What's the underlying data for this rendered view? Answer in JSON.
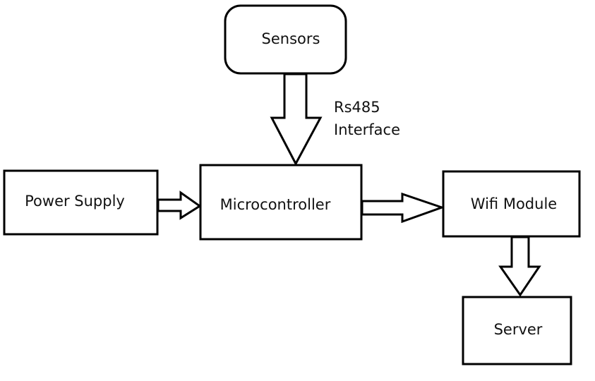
{
  "diagram": {
    "blocks": {
      "sensors": "Sensors",
      "power_supply": "Power Supply",
      "microcontroller": "Microcontroller",
      "wifi_module": "Wifi Module",
      "server": "Server"
    },
    "interface_label": {
      "line1": "Rs485",
      "line2": "Interface"
    }
  }
}
